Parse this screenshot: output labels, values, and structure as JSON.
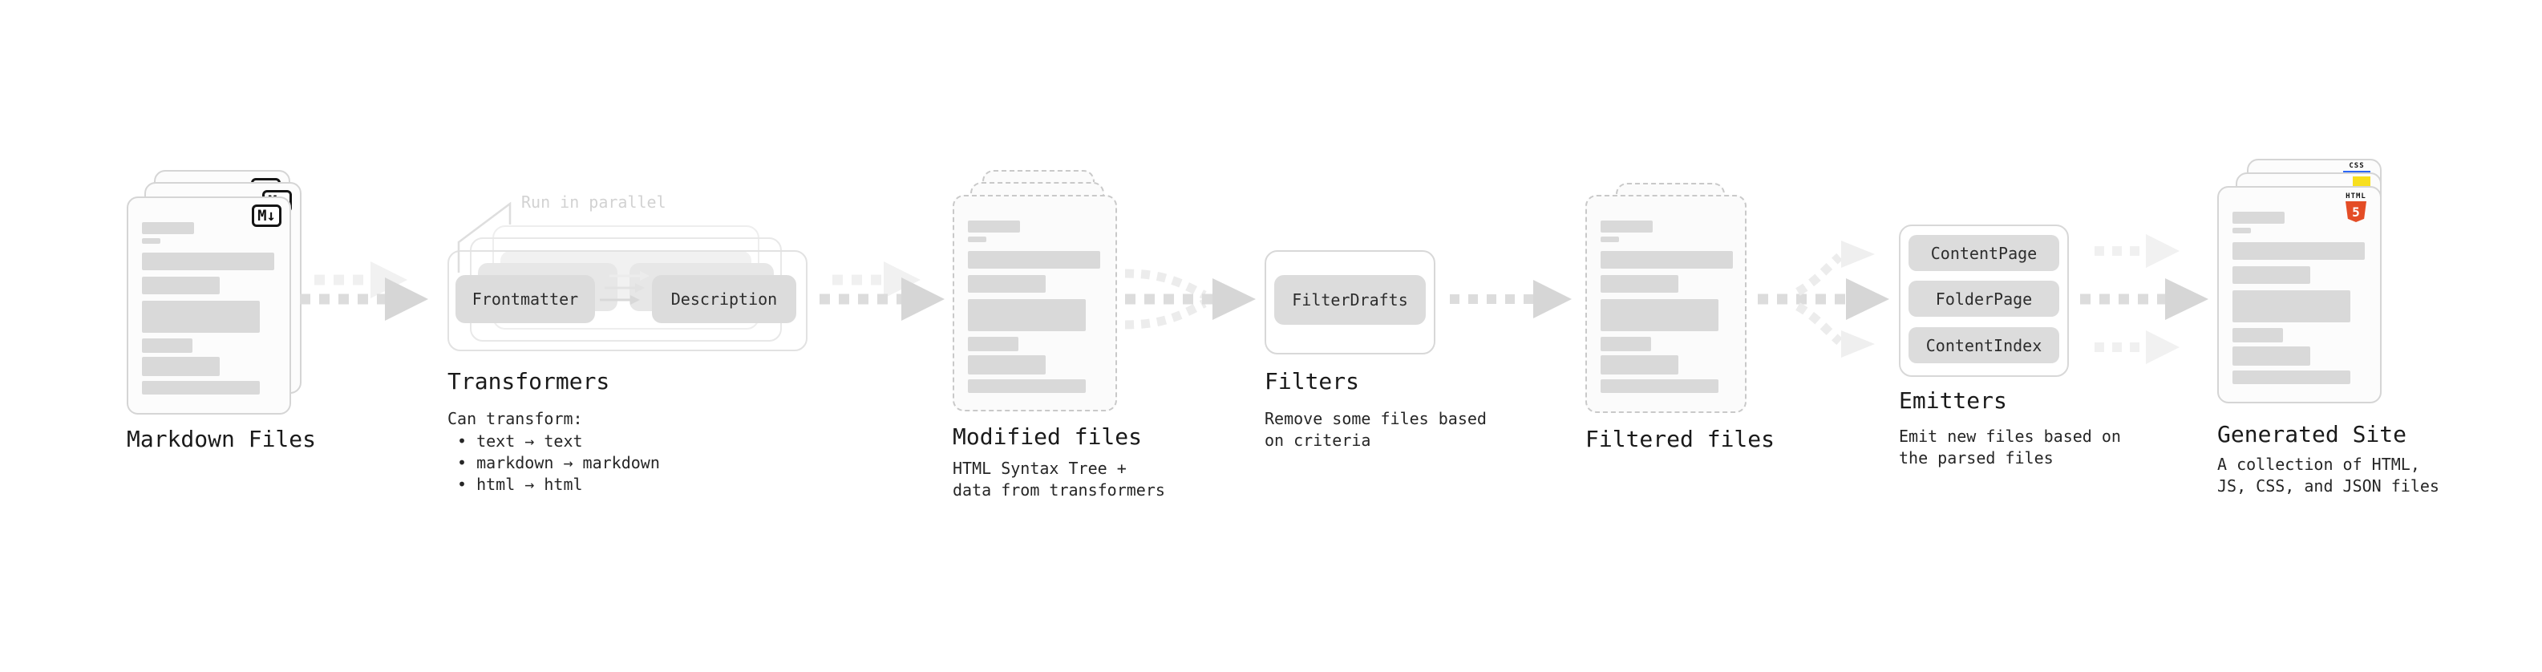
{
  "stages": {
    "markdown": {
      "label": "Markdown Files",
      "badge": "M↓"
    },
    "transformers": {
      "label": "Transformers",
      "annotation": "Run in parallel",
      "box_frontmatter": "Frontmatter",
      "box_description": "Description",
      "sub_heading": "Can transform:",
      "bullets": [
        "• text → text",
        "• markdown → markdown",
        "• html → html"
      ]
    },
    "modified": {
      "label": "Modified files",
      "desc": [
        "HTML Syntax Tree +",
        "data from transformers"
      ]
    },
    "filters": {
      "label": "Filters",
      "box": "FilterDrafts",
      "desc": [
        "Remove some files based",
        "on criteria"
      ]
    },
    "filtered": {
      "label": "Filtered files"
    },
    "emitters": {
      "label": "Emitters",
      "boxes": [
        "ContentPage",
        "FolderPage",
        "ContentIndex"
      ],
      "desc": [
        "Emit new files based on",
        "the parsed files"
      ]
    },
    "generated": {
      "label": "Generated Site",
      "badge_html_label": "HTML",
      "badge_html_number": "5",
      "badge_css_label": "CSS",
      "desc": [
        "A collection of HTML,",
        "JS, CSS, and JSON files"
      ]
    }
  },
  "colors": {
    "arrow_gray": "#dcdcdc",
    "arrow_head_gray": "#d6d6d6",
    "arrow_echo_gray": "#f0f0f0",
    "bar_gray": "#d9d9d9",
    "card_border": "#d5d5d5",
    "dashed_border": "#c9c9c9",
    "html5_orange": "#e44d26",
    "js_yellow": "#f7df1e",
    "css_blue": "#2b66f6",
    "text": "#1a1a1a"
  }
}
